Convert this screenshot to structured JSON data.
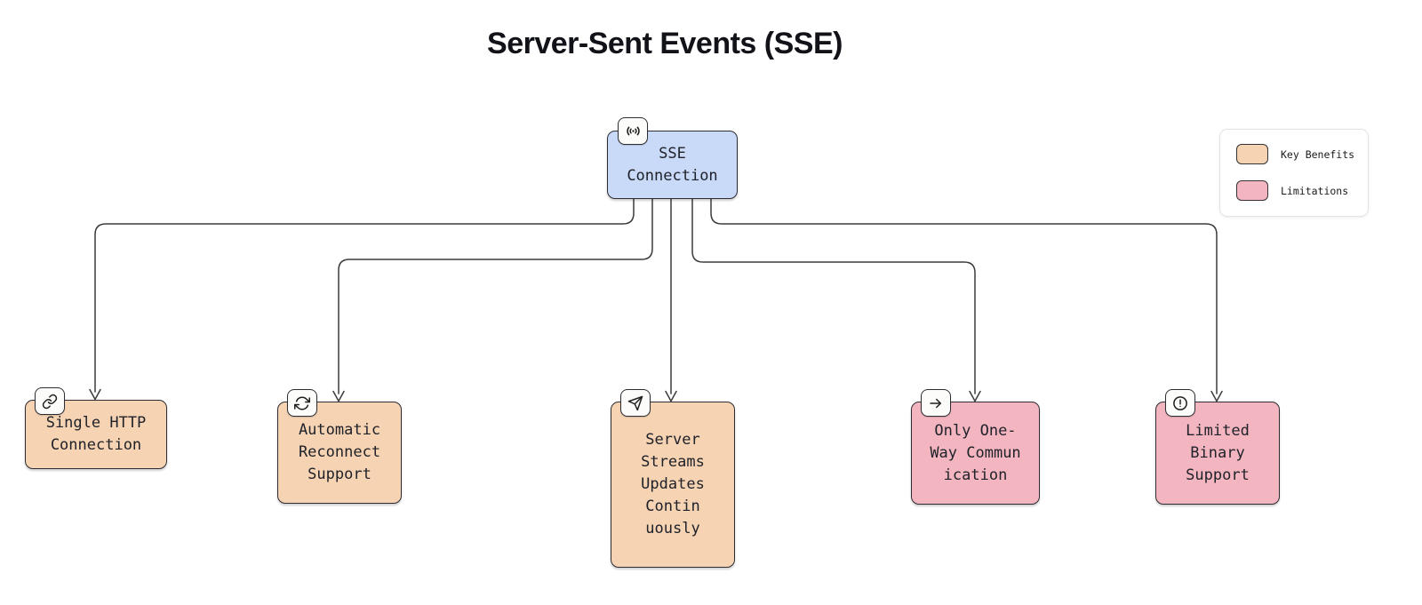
{
  "title": "Server-Sent Events (SSE)",
  "root": {
    "label": "SSE\nConnection",
    "icon": "broadcast-icon",
    "fill": "#c9d9f8"
  },
  "nodes": [
    {
      "label": "Single HTTP\nConnection",
      "icon": "link-icon",
      "category": "Key Benefits",
      "fill": "#f5d3b3"
    },
    {
      "label": "Automatic\nReconnect\nSupport",
      "icon": "refresh-icon",
      "category": "Key Benefits",
      "fill": "#f5d3b3"
    },
    {
      "label": "Server\nStreams\nUpdates\nContin\nuously",
      "icon": "send-icon",
      "category": "Key Benefits",
      "fill": "#f5d3b3"
    },
    {
      "label": "Only One-\nWay Commun\nication",
      "icon": "arrow-right-icon",
      "category": "Limitations",
      "fill": "#f3b6c0"
    },
    {
      "label": "Limited\nBinary\nSupport",
      "icon": "alert-circle-icon",
      "category": "Limitations",
      "fill": "#f3b6c0"
    }
  ],
  "legend": {
    "items": [
      {
        "label": "Key Benefits",
        "color": "#f5d3b3"
      },
      {
        "label": "Limitations",
        "color": "#f3b6c0"
      }
    ]
  },
  "colors": {
    "root_fill": "#c9d9f8",
    "benefit_fill": "#f5d3b3",
    "limitation_fill": "#f3b6c0",
    "node_border": "#2e2d33",
    "connector": "#3b3b3b",
    "background": "#ffffff"
  }
}
